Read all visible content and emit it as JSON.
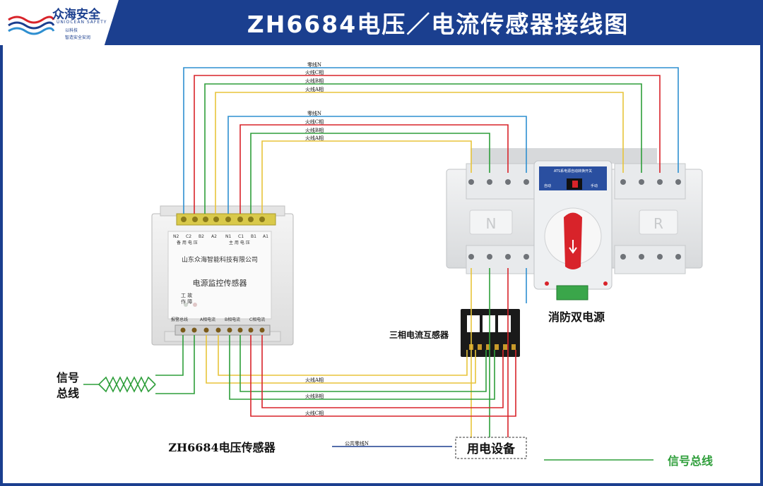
{
  "header": {
    "title": "ZH6684电压／电流传感器接线图",
    "logo_name": "众海安全",
    "logo_en": "UNIOCEAN SAFETY",
    "logo_line1": "以科技",
    "logo_line2": "智造安全安润"
  },
  "wire_labels": {
    "n": "零线N",
    "c": "火线C相",
    "b": "火线B相",
    "a": "火线A相",
    "common_n": "公共零线N"
  },
  "sensor": {
    "name": "ZH6684电压传感器",
    "company": "山东众海智能科技有限公司",
    "title": "电源监控传感器",
    "status1": "工  故",
    "status2": "作  障",
    "top_terms": [
      "N2",
      "C2",
      "B2",
      "A2",
      "N1",
      "C1",
      "B1",
      "A1"
    ],
    "group_backup": "备 用 电 压",
    "group_main": "主 用 电 压",
    "bottom_labels": [
      "报警总线",
      "A相电流",
      "B相电流",
      "C相电流"
    ]
  },
  "ats": {
    "name": "消防双电源",
    "panel_label": "ATS系电源自动转换开关",
    "auto": "自动",
    "manual": "手动",
    "left_letter": "N",
    "right_letter": "R"
  },
  "ct": {
    "name": "三相电流互感器"
  },
  "signal": {
    "label_top": "信号",
    "label_bottom": "总线"
  },
  "load": {
    "name": "用电设备"
  },
  "legend": {
    "label": "信号总线",
    "color": "#2e9e3a"
  },
  "colors": {
    "n": "#2e8fd0",
    "c": "#d8232a",
    "b": "#2e9e3a",
    "a": "#e8c43a",
    "bus": "#2e9e3a",
    "common": "#1b3f8f"
  }
}
